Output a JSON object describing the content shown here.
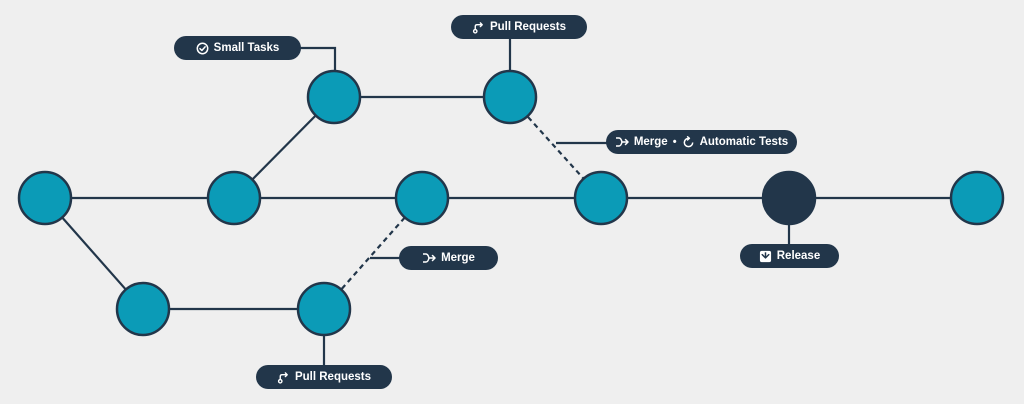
{
  "colors": {
    "background": "#efefef",
    "node_fill": "#0b9bb7",
    "node_stroke": "#22364a",
    "release_node": "#22364a",
    "line": "#22364a",
    "label_bg": "#22364a",
    "label_text": "#ffffff"
  },
  "labels": {
    "small_tasks": {
      "text": "Small Tasks",
      "icon": "check-circle-icon"
    },
    "pull_requests_top": {
      "text": "Pull Requests",
      "icon": "pull-request-icon"
    },
    "merge_tests": {
      "merge": "Merge",
      "separator": "•",
      "tests": "Automatic Tests",
      "icons": [
        "merge-icon",
        "refresh-icon"
      ]
    },
    "merge": {
      "text": "Merge",
      "icon": "merge-icon"
    },
    "release": {
      "text": "Release",
      "icon": "inbox-icon"
    },
    "pull_requests_bottom": {
      "text": "Pull Requests",
      "icon": "pull-request-icon"
    }
  }
}
